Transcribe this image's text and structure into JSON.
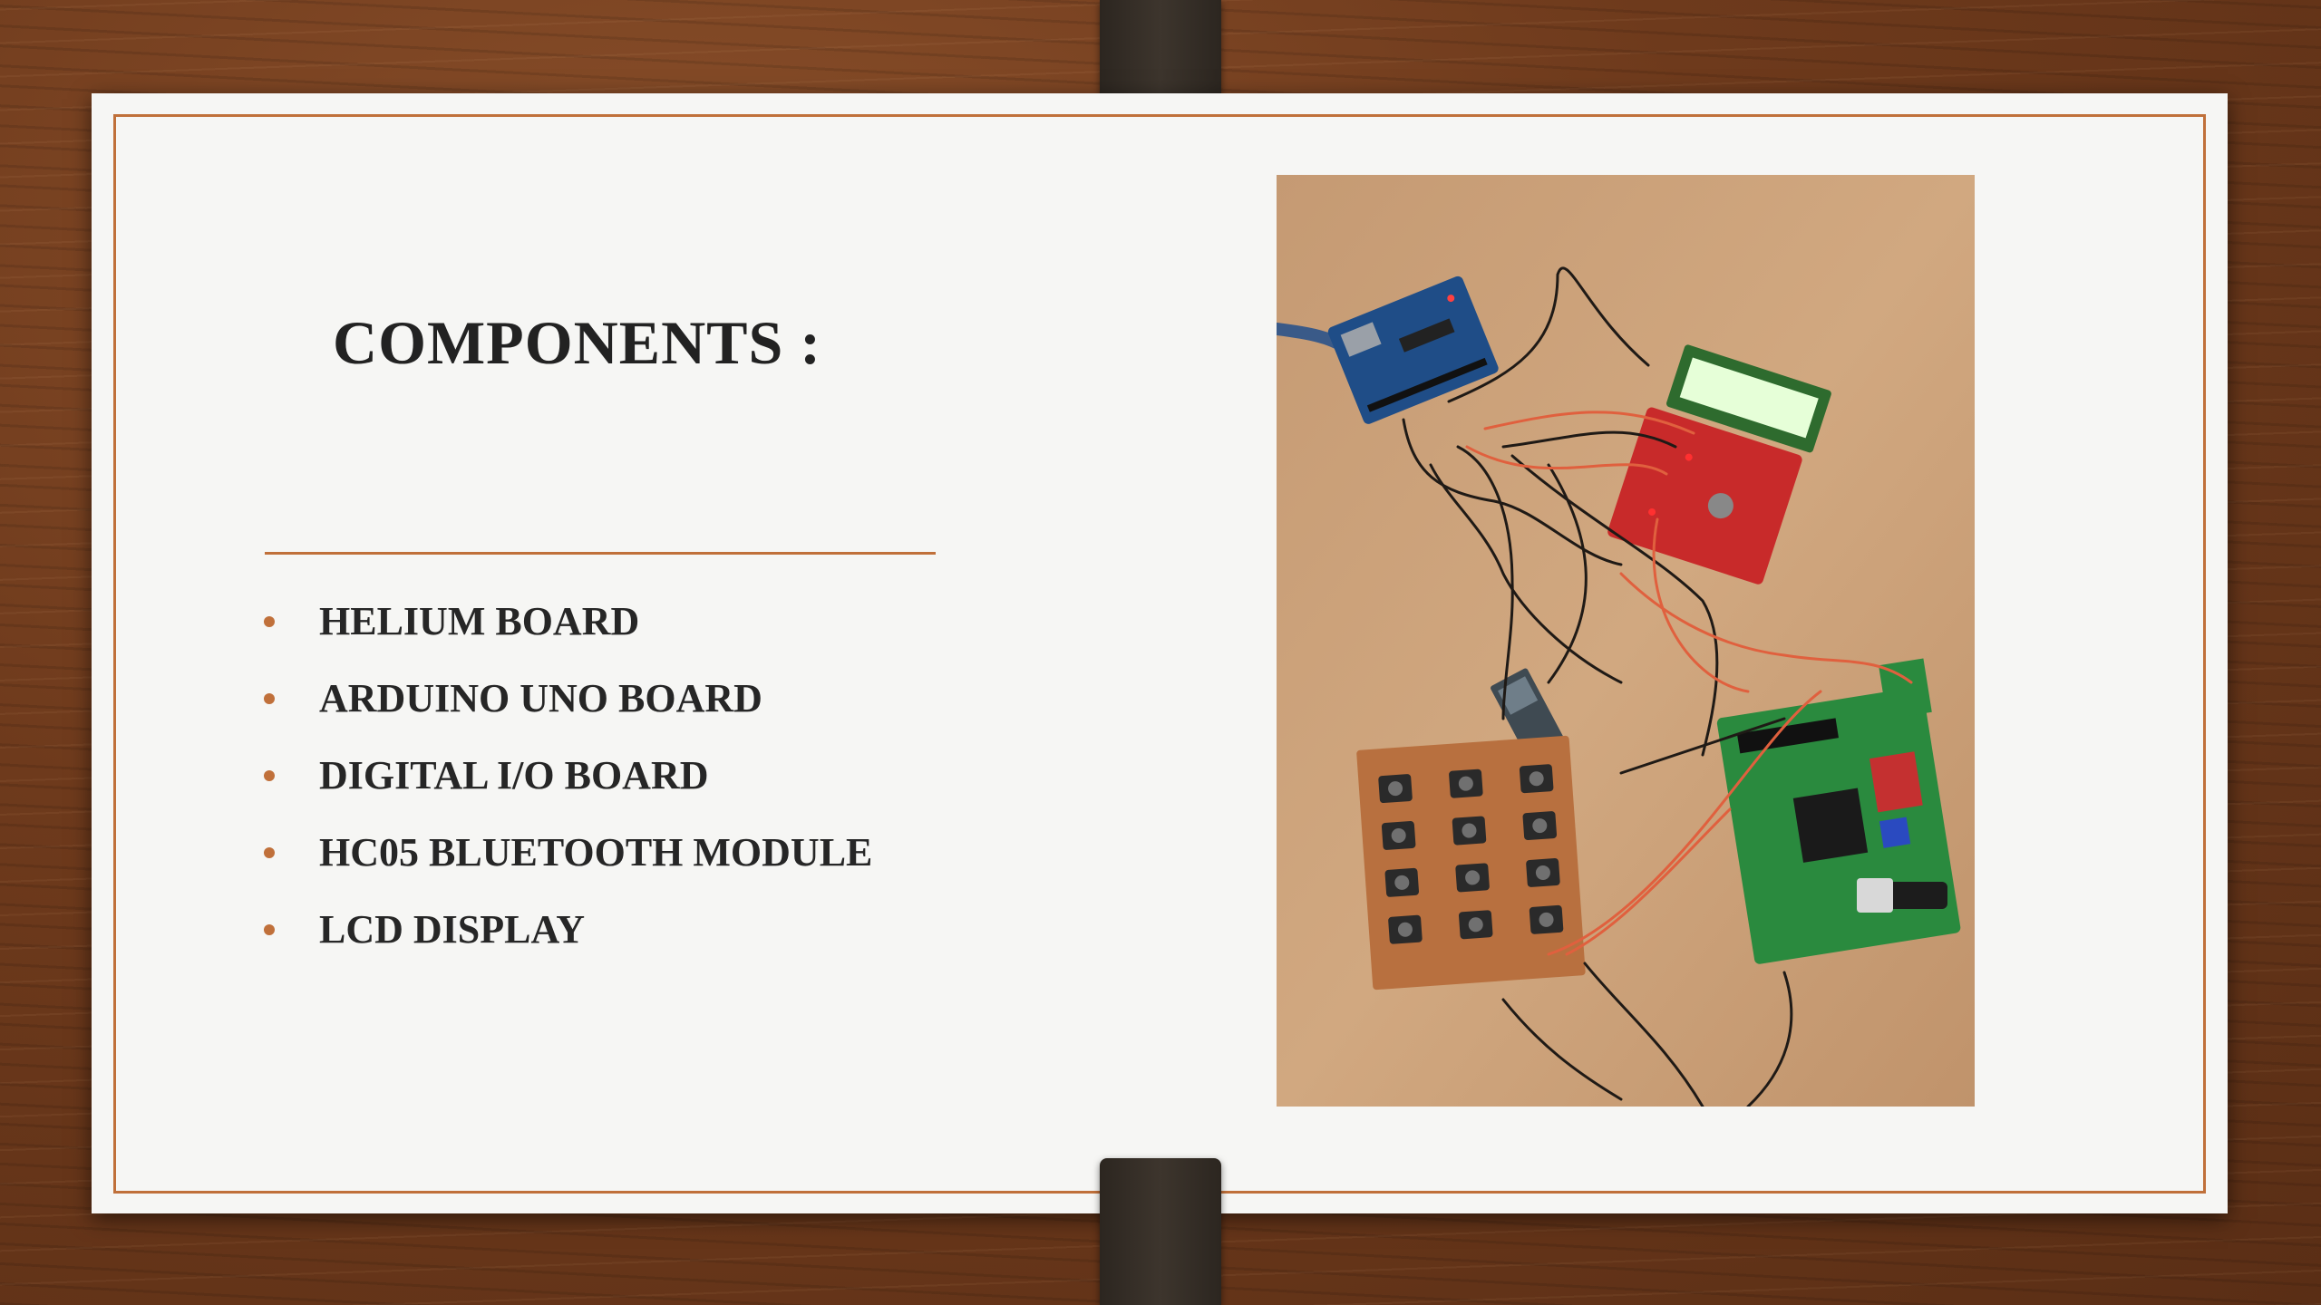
{
  "slide": {
    "title": "COMPONENTS :",
    "items": [
      {
        "label": "HELIUM BOARD"
      },
      {
        "label": "ARDUINO UNO BOARD"
      },
      {
        "label": "DIGITAL I/O BOARD"
      },
      {
        "label": "HC05 BLUETOOTH MODULE"
      },
      {
        "label": "LCD DISPLAY"
      }
    ],
    "accent_color": "#c0703a"
  }
}
